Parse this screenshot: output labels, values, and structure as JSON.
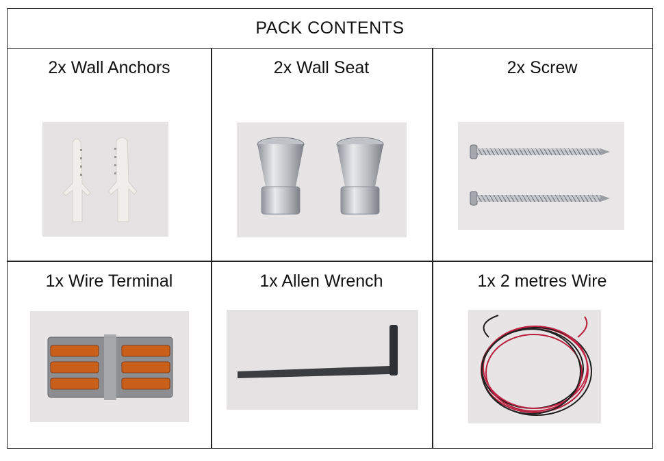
{
  "table": {
    "header": "PACK CONTENTS",
    "items": [
      {
        "label": "2x Wall Anchors",
        "photo": "wall-anchors-photo"
      },
      {
        "label": "2x Wall Seat",
        "photo": "wall-seat-photo"
      },
      {
        "label": "2x Screw",
        "photo": "screws-photo"
      },
      {
        "label": "1x Wire Terminal",
        "photo": "wire-terminal-photo"
      },
      {
        "label": "1x Allen Wrench",
        "photo": "allen-wrench-photo"
      },
      {
        "label": "1x 2 metres Wire",
        "photo": "wire-coil-photo"
      }
    ]
  },
  "colors": {
    "border": "#222222",
    "photo_bg": "#e6e4e4",
    "anchor": "#eceae6",
    "metal": "#c9ccd0",
    "wrench": "#3a3c40",
    "terminal_orange": "#c8601c",
    "terminal_grey": "#8c8e92",
    "wire_red": "#b81c3a",
    "wire_black": "#1c1c1c"
  }
}
